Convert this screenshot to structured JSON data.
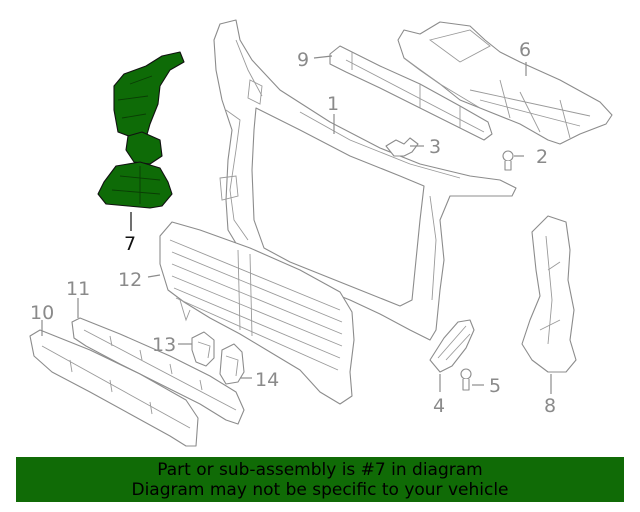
{
  "callouts": {
    "c1": "1",
    "c2": "2",
    "c3": "3",
    "c4": "4",
    "c5": "5",
    "c6": "6",
    "c7": "7",
    "c8": "8",
    "c9": "9",
    "c10": "10",
    "c11": "11",
    "c12": "12",
    "c13": "13",
    "c14": "14"
  },
  "highlighted_part": "7",
  "colors": {
    "highlight": "#0e6b07",
    "banner": "#106b06",
    "linework": "#8c8c8c"
  },
  "banner": {
    "line1": "Part or sub-assembly is #7 in diagram",
    "line2": "Diagram may not be specific to your vehicle"
  }
}
